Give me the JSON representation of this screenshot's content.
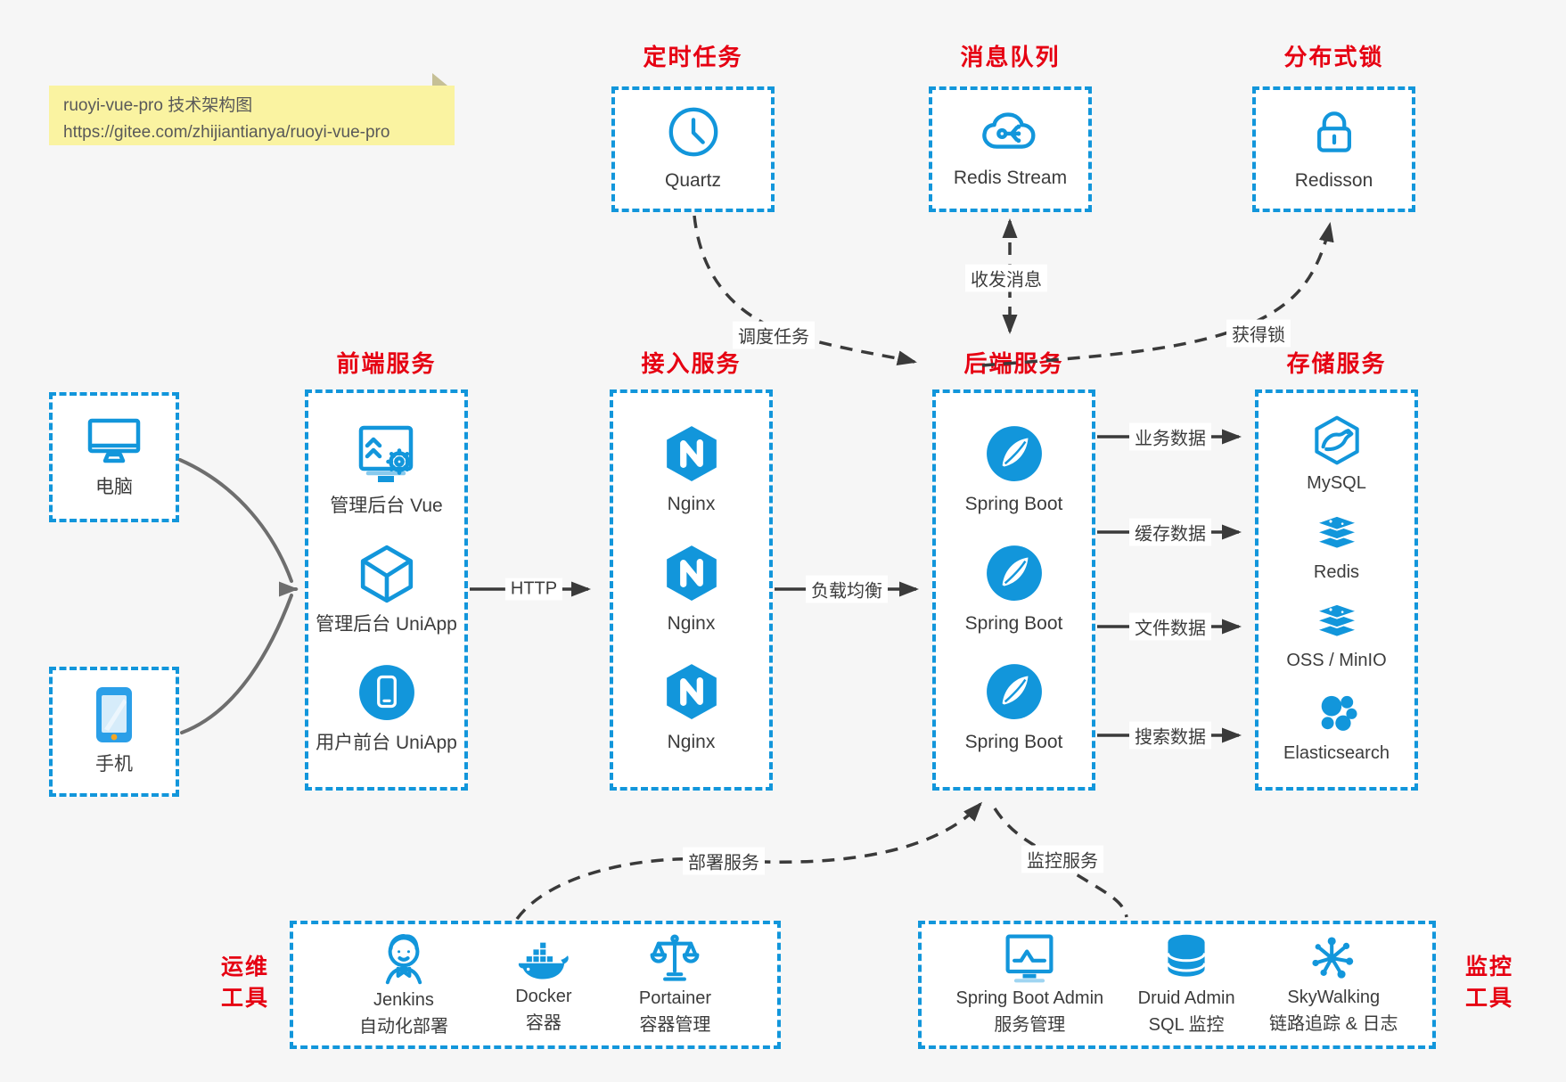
{
  "colors": {
    "accent_blue": "#1296db",
    "title_red": "#e60012",
    "arrow_dark": "#3a3a3a",
    "arrow_gray": "#6e6e6e",
    "note_yellow": "#faf3a1",
    "box_background": "#ffffff",
    "page_background": "#f6f6f6"
  },
  "note": {
    "line1": "ruoyi-vue-pro 技术架构图",
    "line2": "https://gitee.com/zhijiantianya/ruoyi-vue-pro"
  },
  "top_groups": [
    {
      "title": "定时任务",
      "items": [
        {
          "icon": "clock-icon",
          "label": "Quartz"
        }
      ]
    },
    {
      "title": "消息队列",
      "items": [
        {
          "icon": "cloud-network-icon",
          "label": "Redis Stream"
        }
      ]
    },
    {
      "title": "分布式锁",
      "items": [
        {
          "icon": "lock-icon",
          "label": "Redisson"
        }
      ]
    }
  ],
  "clients": [
    {
      "icon": "desktop-icon",
      "label": "电脑"
    },
    {
      "icon": "phone-icon",
      "label": "手机"
    }
  ],
  "columns": [
    {
      "title": "前端服务",
      "items": [
        {
          "icon": "admin-vue-icon",
          "label": "管理后台 Vue"
        },
        {
          "icon": "uniapp-cube-icon",
          "label": "管理后台 UniApp"
        },
        {
          "icon": "user-uniapp-icon",
          "label": "用户前台 UniApp"
        }
      ]
    },
    {
      "title": "接入服务",
      "items": [
        {
          "icon": "nginx-icon",
          "label": "Nginx"
        },
        {
          "icon": "nginx-icon",
          "label": "Nginx"
        },
        {
          "icon": "nginx-icon",
          "label": "Nginx"
        }
      ]
    },
    {
      "title": "后端服务",
      "items": [
        {
          "icon": "spring-boot-icon",
          "label": "Spring Boot"
        },
        {
          "icon": "spring-boot-icon",
          "label": "Spring Boot"
        },
        {
          "icon": "spring-boot-icon",
          "label": "Spring Boot"
        }
      ]
    },
    {
      "title": "存储服务",
      "items": [
        {
          "icon": "mysql-icon",
          "label": "MySQL"
        },
        {
          "icon": "redis-stack-icon",
          "label": "Redis"
        },
        {
          "icon": "redis-stack-icon",
          "label": "OSS / MinIO"
        },
        {
          "icon": "elasticsearch-icon",
          "label": "Elasticsearch"
        }
      ]
    }
  ],
  "bottom_groups": [
    {
      "title_line1": "运维",
      "title_line2": "工具",
      "items": [
        {
          "icon": "jenkins-icon",
          "label": "Jenkins",
          "sublabel": "自动化部署"
        },
        {
          "icon": "docker-icon",
          "label": "Docker",
          "sublabel": "容器"
        },
        {
          "icon": "portainer-icon",
          "label": "Portainer",
          "sublabel": "容器管理"
        }
      ]
    },
    {
      "title_line1": "监控",
      "title_line2": "工具",
      "items": [
        {
          "icon": "spring-boot-admin-icon",
          "label": "Spring Boot Admin",
          "sublabel": "服务管理"
        },
        {
          "icon": "druid-icon",
          "label": "Druid Admin",
          "sublabel": "SQL 监控"
        },
        {
          "icon": "skywalking-icon",
          "label": "SkyWalking",
          "sublabel": "链路追踪 & 日志"
        }
      ]
    }
  ],
  "edges": {
    "http": "HTTP",
    "load_balance": "负载均衡",
    "schedule": "调度任务",
    "message": "收发消息",
    "lock": "获得锁",
    "business_data": "业务数据",
    "cache_data": "缓存数据",
    "file_data": "文件数据",
    "search_data": "搜索数据",
    "deploy": "部署服务",
    "monitor": "监控服务"
  }
}
